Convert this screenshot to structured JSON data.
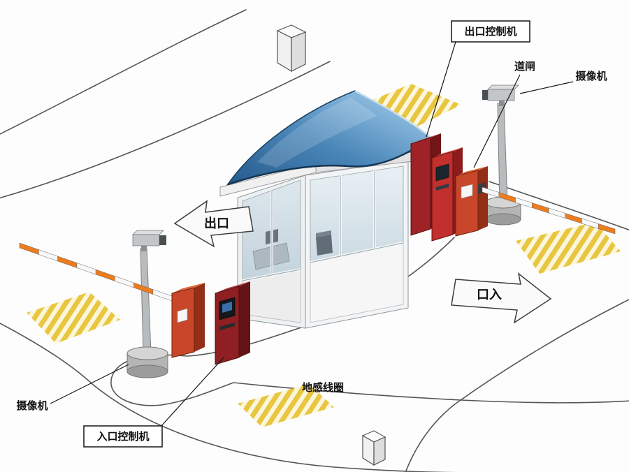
{
  "diagram": {
    "labels": {
      "exit_controller": "出口控制机",
      "barrier_gate": "道闸",
      "camera_top": "摄像机",
      "camera_bottom": "摄像机",
      "entrance_controller": "入口控制机",
      "ground_loop": "地感线圈"
    },
    "road_markings": {
      "exit_arrow": "出口",
      "entrance_arrow": "口入"
    },
    "colors": {
      "canopy_blue": "#4a86b8",
      "machine_red": "#c1302c",
      "barrier_cabinet_orange": "#c8472a",
      "arm_orange": "#ec7c1e",
      "stripe_yellow": "#e9c63f",
      "road_line": "#555555",
      "glass_blue": "#cfdbe3",
      "label_ink": "#111111",
      "background": "#fdfdfd"
    }
  }
}
